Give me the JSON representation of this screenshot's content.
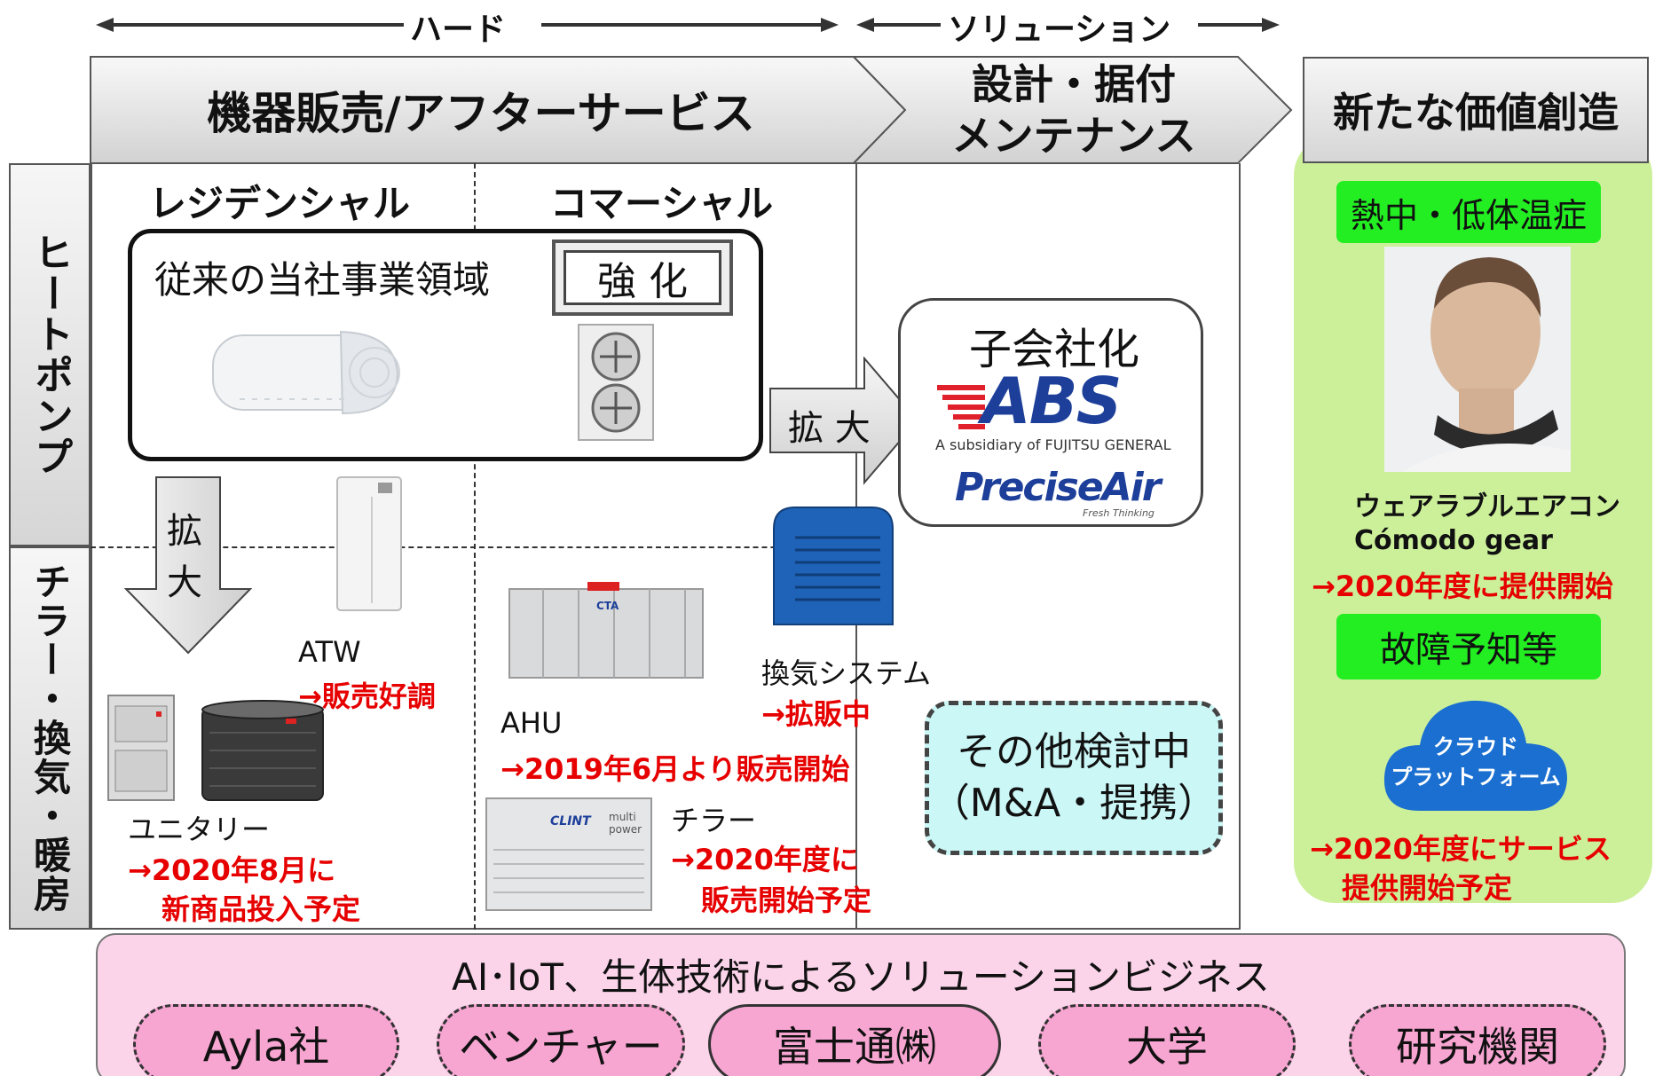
{
  "top_axis": {
    "hard": "ハード",
    "solution": "ソリューション"
  },
  "columns": {
    "equipment": "機器販売/アフターサービス",
    "design_line1": "設計・据付",
    "design_line2": "メンテナンス",
    "value": "新たな価値創造"
  },
  "rows": {
    "heat_pump": "ヒートポンプ",
    "chiller": "チラー・換気・暖房"
  },
  "segments": {
    "residential": "レジデンシャル",
    "commercial": "コマーシャル"
  },
  "core_area": {
    "label": "従来の当社事業領域",
    "strengthen": "強 化"
  },
  "expand_right": "拡 大",
  "expand_down": [
    "拡",
    "大"
  ],
  "subsidiary": {
    "title": "子会社化",
    "abs_logo": "ABS",
    "abs_sub": "A subsidiary of FUJITSU GENERAL",
    "preciseair": "PreciseAir",
    "preciseair_sub": "Fresh Thinking"
  },
  "products": {
    "atw": {
      "name": "ATW",
      "note": "→販売好調"
    },
    "unitary": {
      "name": "ユニタリー",
      "note1": "→2020年8月に",
      "note2": "新商品投入予定"
    },
    "ahu": {
      "name": "AHU",
      "note": "→2019年6月より販売開始",
      "label_mark": "CTA"
    },
    "ventilation": {
      "name": "換気システム",
      "note": "→拡販中"
    },
    "chiller": {
      "name": "チラー",
      "note1": "→2020年度に",
      "note2": "販売開始予定",
      "brand1": "CLINT",
      "brand2": "multi",
      "brand3": "power"
    }
  },
  "other": {
    "line1": "その他検討中",
    "line2": "（M&A・提携）"
  },
  "value_items": {
    "heatstroke": "熱中・低体温症",
    "wearable_line1": "ウェアラブルエアコン",
    "wearable_line2": "Cómodo gear",
    "wearable_note": "→2020年度に提供開始",
    "failure": "故障予知等",
    "cloud_line1": "クラウド",
    "cloud_line2": "プラットフォーム",
    "cloud_note1": "→2020年度にサービス",
    "cloud_note2": "提供開始予定"
  },
  "bottom": {
    "title": "AI･IoT、生体技術によるソリューションビジネス",
    "partners": [
      "Ayla社",
      "ベンチャー",
      "富士通㈱",
      "大学",
      "研究機関"
    ]
  },
  "colors": {
    "red_note": "#e60000",
    "green_panel": "#ccf09a",
    "green_label": "#22ee22",
    "pink_panel": "#fbd4ea",
    "pink_pill": "#f7a6d2",
    "cyan_box": "#ccf7f7",
    "cloud_blue": "#1a6fd0"
  }
}
